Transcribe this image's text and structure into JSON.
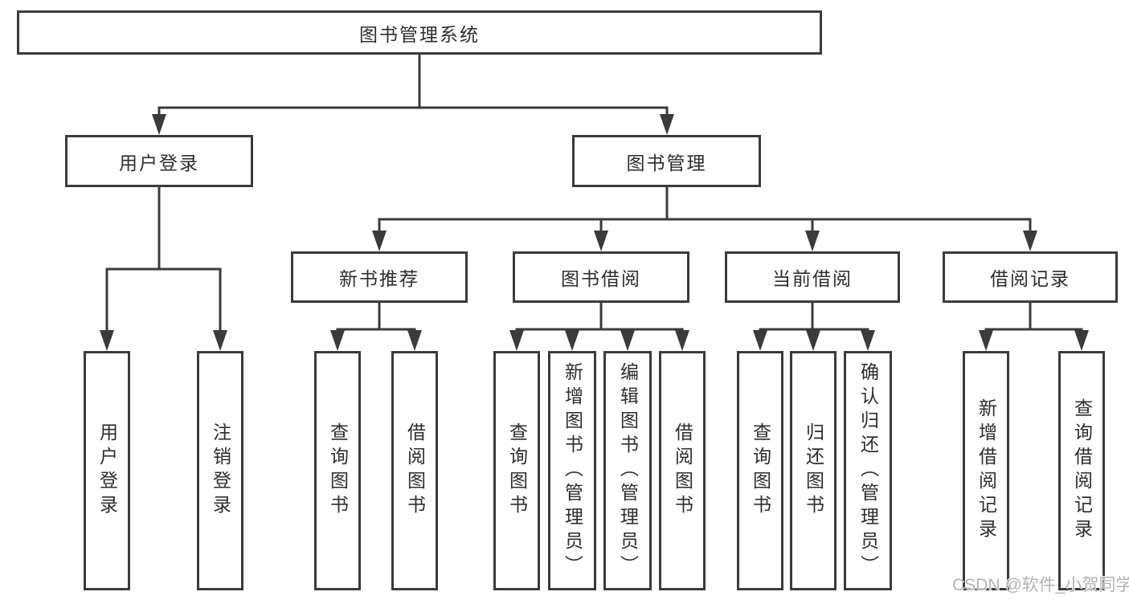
{
  "tree": {
    "root": {
      "label": "图书管理系统"
    },
    "branches": [
      {
        "label": "用户登录",
        "children": [
          {
            "label": "用户登录"
          },
          {
            "label": "注销登录"
          }
        ]
      },
      {
        "label": "图书管理",
        "children": [
          {
            "label": "新书推荐",
            "children": [
              {
                "label": "查询图书"
              },
              {
                "label": "借阅图书"
              }
            ]
          },
          {
            "label": "图书借阅",
            "children": [
              {
                "label": "查询图书"
              },
              {
                "label": "新增图书（管理员）"
              },
              {
                "label": "编辑图书（管理员）"
              },
              {
                "label": "借阅图书"
              }
            ]
          },
          {
            "label": "当前借阅",
            "children": [
              {
                "label": "查询图书"
              },
              {
                "label": "归还图书"
              },
              {
                "label": "确认归还（管理员）"
              }
            ]
          },
          {
            "label": "借阅记录",
            "children": [
              {
                "label": "新增借阅记录"
              },
              {
                "label": "查询借阅记录"
              }
            ]
          }
        ]
      }
    ]
  },
  "watermark": "CSDN @软件_小贺同学",
  "colors": {
    "line": "#3b3b3b",
    "text": "#2d2d2d",
    "watermark": "#b4b4b4",
    "background": "#ffffff"
  }
}
